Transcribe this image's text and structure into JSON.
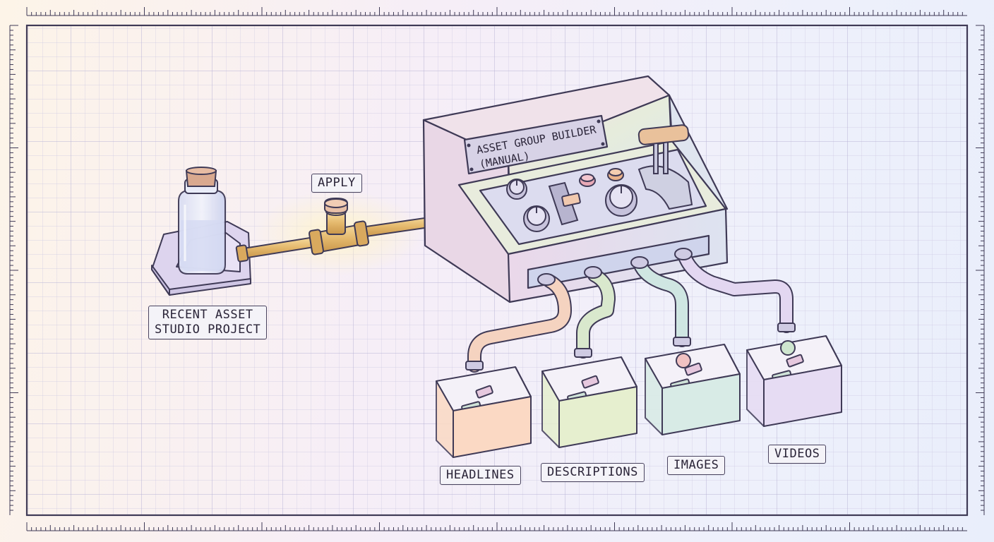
{
  "diagram": {
    "source_label_line1": "RECENT ASSET",
    "source_label_line2": "STUDIO PROJECT",
    "apply_label": "APPLY",
    "machine_plate_line1": "ASSET GROUP BUILDER",
    "machine_plate_line2": "(MANUAL)",
    "bins": [
      {
        "label": "HEADLINES",
        "color": "#fbd9c4"
      },
      {
        "label": "DESCRIPTIONS",
        "color": "#e6efcf"
      },
      {
        "label": "IMAGES",
        "color": "#d8ebe6"
      },
      {
        "label": "VIDEOS",
        "color": "#e6dcf3"
      }
    ]
  },
  "colors": {
    "ink": "#3f3a56",
    "grid": "#c9c6e0",
    "brass": "#e8c27a",
    "machine": "#ece6f2"
  }
}
